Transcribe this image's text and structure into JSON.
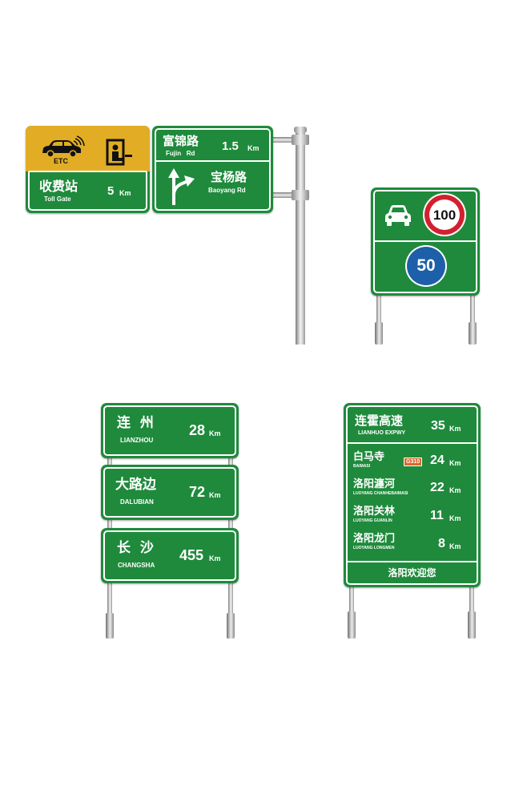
{
  "colors": {
    "sign_green": "#1f8a3c",
    "toll_yellow": "#e2ad25",
    "speed_red": "#d22030",
    "min_speed_blue": "#1d5fa8"
  },
  "icons": [
    "car-icon",
    "toll-booth-icon",
    "split-arrow-icon",
    "speed-limit-sign",
    "minimum-speed-sign"
  ],
  "toll_sign": {
    "etc_label": "ETC",
    "zh": "收费站",
    "en": "Toll Gate",
    "distance": "5",
    "unit": "Km"
  },
  "fujin_sign": {
    "road1_zh": "富锦路",
    "road1_en": "Fujin   Rd",
    "road1_distance": "1.5",
    "road1_unit": "Km",
    "road2_zh": "宝杨路",
    "road2_en": "Baoyang Rd"
  },
  "speed_sign": {
    "max_speed": "100",
    "min_speed": "50"
  },
  "stack_sign": {
    "items": [
      {
        "zh": "连  州",
        "en": "LIANZHOU",
        "distance": "28",
        "unit": "Km"
      },
      {
        "zh": "大路边",
        "en": "DALUBIAN",
        "distance": "72",
        "unit": "Km"
      },
      {
        "zh": "长  沙",
        "en": "CHANGSHA",
        "distance": "455",
        "unit": "Km"
      }
    ]
  },
  "route_sign": {
    "header": {
      "zh": "连霍高速",
      "en": "LIANHUO EXPWY",
      "distance": "35",
      "unit": "Km"
    },
    "items": [
      {
        "zh": "白马寺",
        "en": "BAIMASI",
        "badge": "G310",
        "distance": "24",
        "unit": "Km"
      },
      {
        "zh": "洛阳瀍河",
        "en": "LUOYANG CHANHEBAIMASI",
        "distance": "22",
        "unit": "Km"
      },
      {
        "zh": "洛阳关林",
        "en": "LUOYANG GUANLIN",
        "distance": "11",
        "unit": "Km"
      },
      {
        "zh": "洛阳龙门",
        "en": "LUOYANG LONGMEN",
        "distance": "8",
        "unit": "Km"
      }
    ],
    "footer": "洛阳欢迎您"
  }
}
